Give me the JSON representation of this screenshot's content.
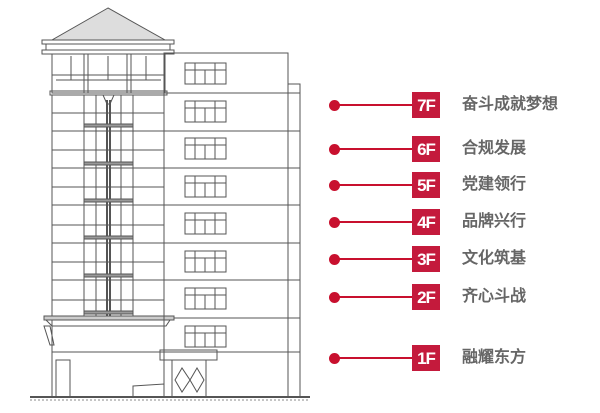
{
  "floors": [
    {
      "label": "7F",
      "name": "奋斗成就梦想"
    },
    {
      "label": "6F",
      "name": "合规发展"
    },
    {
      "label": "5F",
      "name": "党建领行"
    },
    {
      "label": "4F",
      "name": "品牌兴行"
    },
    {
      "label": "3F",
      "name": "文化筑基"
    },
    {
      "label": "2F",
      "name": "齐心斗战"
    },
    {
      "label": "1F",
      "name": "融耀东方"
    }
  ],
  "colors": {
    "accent": "#c41a3c",
    "text": "#666666",
    "line": "#555555"
  }
}
